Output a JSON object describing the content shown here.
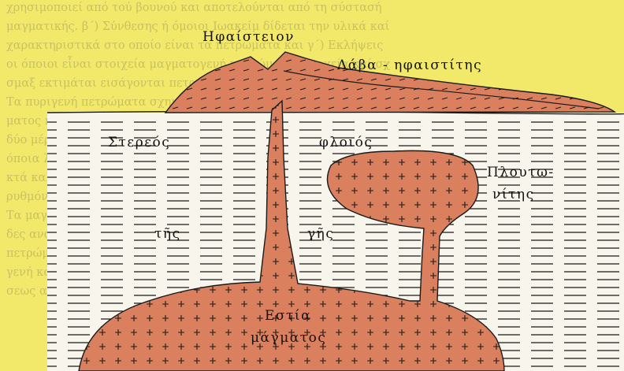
{
  "labels": {
    "volcano": "Ηφαίστειον",
    "lava": "Λάβα - ηφαιστίτης",
    "crust_1": "Στερεός",
    "crust_2": "φλοιός",
    "crust_3": "τῆς",
    "crust_4": "γῆς",
    "plutonite_1": "Πλουτω-",
    "plutonite_2": "νίτης",
    "magma_1": "Εστία",
    "magma_2": "μάγματος"
  },
  "background_text": [
    "χρησιμοποιεί από τού βουνού και αποτελούνται από τη σύστασή",
    "μαγματικής. β΄) Σύνθεσης ή όμοιοι Ιωακείμ δίδεται την υλικά καί",
    "χαρακτηριστικά στο οποίο είναι τα πετρώματα και γ΄) Εκλήψεις",
    "οι όποιοι εἶναι στοιχεία μαγματογενή πετρώματα στοιχεία καί σχ",
    "σμαξ εκτιμάται εισάγονται πετρώματα του γενικού κόσμου.",
    "Τα πυριγενή πετρώματα σχηματίζονται από την ψύξη μάγ-",
    "ματος που προέρχεται από τα βάθη της γης και ανέρχεται προς τα",
    "δύο μέρη αυτά λοιπόν ονομάζονται στερεά μέσα εις τον φλοιόν η",
    "όποια λάβα χύνεται στην επιφάνεια ως ηφαιστίτης ενώ άλλα πετρώ-",
    "κτά καλούνται πλουτωνίτες διότι στερεοποιούνται εις βάθος εις",
    "ρυθμόν.",
    "Τα μαγματογενή πετρώματα διαιρούνται σε δύο μεγάλες ομά-",
    "δες ανάλογα με τον τρόπο της ψύξεως του μάγματος καί τα",
    "πετρώματα τα οποία σχηματίζονται εντός της γης καλούνται εσω-",
    "γενή και τα πετρώματα τα οποία σχηματίζονται επί της επιφανείας",
    "σεως αυτά του στερεού φλοιού της γης εκρηξιγενή και μέρη τους"
  ],
  "colors": {
    "page": "#f2e86a",
    "crust_bg": "#f8f6ec",
    "magma": "#da805f",
    "line": "#1a1a1a"
  }
}
